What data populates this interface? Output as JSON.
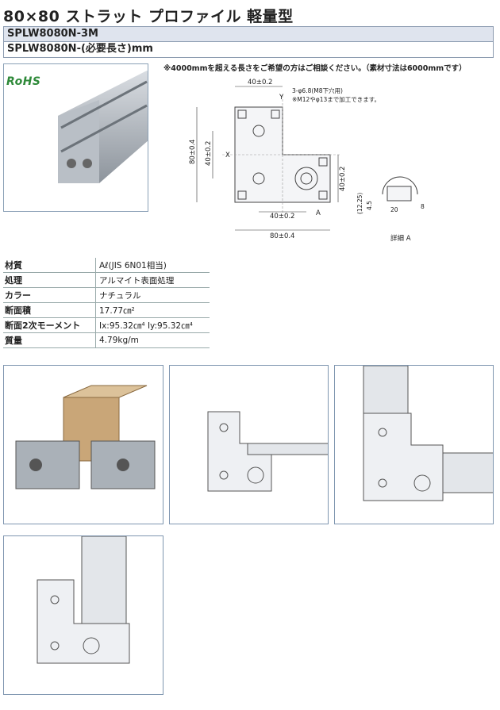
{
  "title": "80×80 ストラット プロファイル 軽量型",
  "part_numbers": [
    "SPLW8080N-3M",
    "SPLW8080N-(必要長さ)mm"
  ],
  "logo": {
    "text": "RoHS",
    "color": "#2f8a3a"
  },
  "notice": "※4000mmを超える長さをご希望の方はご相談ください。（素材寸法は6000mmです）",
  "drawing": {
    "dim_top_width": "40±0.2",
    "hole_note": "3-φ6.8(M8下穴用)",
    "tap_note": "※M12やφ13まで加工できます。",
    "axis_y": "Y",
    "axis_x": "X",
    "dim_left_height": "80±0.4",
    "dim_left_inner": "40±0.2",
    "dim_right_inner": "40±0.2",
    "dim_bottom_inner": "40±0.2",
    "dim_bottom_width": "80±0.4",
    "label_a": "A"
  },
  "detail": {
    "dim_1": "(12.25)",
    "dim_2": "4.5",
    "dim_3": "20",
    "dim_4": "8",
    "label": "詳細 A"
  },
  "specs": [
    {
      "key": "材質",
      "value": "Aℓ(JIS 6N01相当)"
    },
    {
      "key": "処理",
      "value": "アルマイト表面処理"
    },
    {
      "key": "カラー",
      "value": "ナチュラル"
    },
    {
      "key": "断面積",
      "value": "17.77㎝²"
    },
    {
      "key": "断面2次モーメント",
      "value": "Ix:95.32㎝⁴  Iy:95.32㎝⁴"
    },
    {
      "key": "質量",
      "value": "4.79kg/m"
    }
  ],
  "colors": {
    "frame": "#7f96b0",
    "part_bar_bg": "#dfe4ee",
    "profile_fill": "#f4f5f7",
    "profile_stroke": "#555555"
  }
}
